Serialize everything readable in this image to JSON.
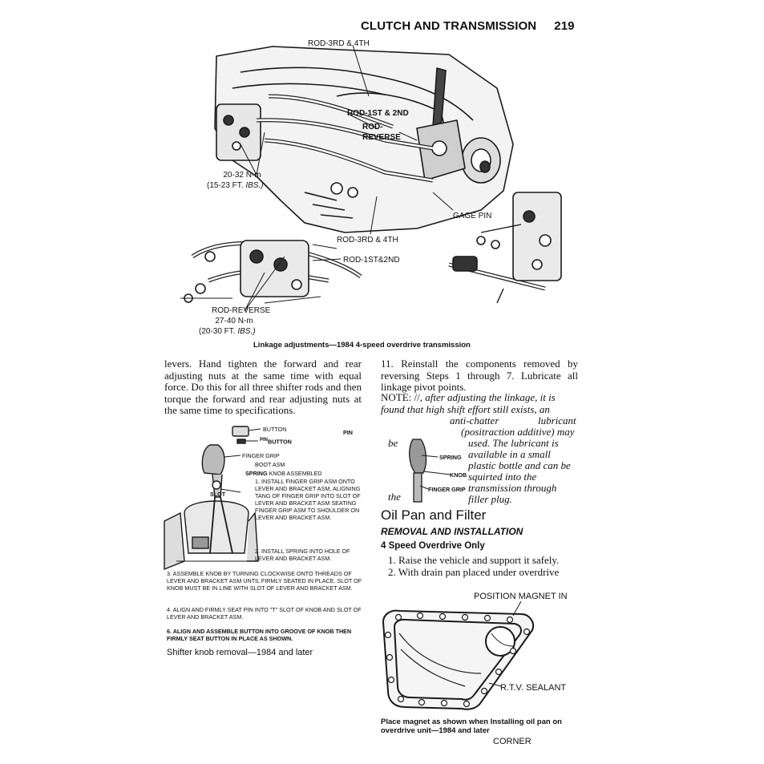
{
  "header": {
    "title": "CLUTCH AND TRANSMISSION",
    "page_number": "219"
  },
  "fig1": {
    "labels": {
      "rod_34_top": "ROD-3RD & 4TH",
      "rod_12": "ROD-1ST & 2ND",
      "rod_rev_1": "ROD-",
      "rod_rev_2": "REVERSE",
      "torque1_a": "20-32 N-m",
      "torque1_b": "(15-23 FT.",
      "torque1_c": "IBS.)",
      "gage_pin": "GAGE PIN",
      "rod_34_mid": "ROD-3RD & 4TH",
      "rod_12_mid": "ROD-1ST&2ND",
      "rod_rev_low": "ROD-REVERSE",
      "torque2_a": "27-40 N-m",
      "torque2_b": "(20-30 FT.",
      "torque2_c": "IBS.)"
    },
    "caption": "Linkage adjustments—1984 4-speed overdrive transmission"
  },
  "left_text": "levers. Hand tighten the forward and rear adjusting nuts at the same time with equal force. Do this for all three shifter rods and then torque the forward and rear adjusting nuts at the same time to specifications.",
  "fig2": {
    "labels": {
      "button": "BUTTON",
      "pin_a": "PIN",
      "pin_b": "BUTTON",
      "pin_right": "PIN",
      "finger_grip": "FINGER GRIP",
      "boot_asm": "BOOT ASM",
      "spring_a": "SPRING",
      "spring_b": "KNOB ASSEMBLED",
      "slot": "SLOT"
    },
    "steps": [
      "1.  INSTALL FINGER GRIP ASM ONTO LEVER AND BRACKET ASM, ALIGNING TANG OF FINGER GRIP INTO SLOT OF LEVER AND BRACKET ASM SEATING FINGER GRIP ASM TO SHOULDER ON LEVER AND BRACKET ASM.",
      "2.  INSTALL SPRING INTO HOLE OF LEVER AND BRACKET ASM.",
      "3.  ASSEMBLE KNOB BY TURNING CLOCKWISE ONTO THREADS OF LEVER AND BRACKET ASM UNTIL FIRMLY SEATED IN PLACE. SLOT OF KNOB MUST BE IN LINE WITH SLOT OF LEVER AND BRACKET ASM.",
      "4.  ALIGN AND FIRMLY SEAT PIN INTO \"T\" SLOT OF KNOB AND SLOT OF LEVER AND BRACKET ASM.",
      "6.  ALIGN AND ASSEMBLE BUTTON INTO GROOVE OF KNOB THEN FIRMLY SEAT BUTTON IN PLACE AS SHOWN."
    ],
    "caption": "Shifter knob removal—1984 and later"
  },
  "right_text": {
    "step11": "11. Reinstall the components removed by reversing Steps 1 through 7. Lubricate all linkage pivot points.",
    "note_label": "NOTE: //,",
    "note_lines": [
      "after adjusting the linkage, it is",
      "found that high shift effort still exists, an",
      "anti-chatter",
      "lubricant",
      "(positraction additive) may",
      "be",
      "used. The lubricant is",
      "available in a small",
      "plastic bottle and can be",
      "squirted into the",
      "the",
      "transmission through",
      "filler plug."
    ],
    "inset_labels": {
      "spring": "SPRING",
      "knob": "KNOB",
      "finger": "FINGER GRIP"
    }
  },
  "section": {
    "title": "Oil Pan and Filter",
    "subtitle": "REMOVAL AND INSTALLATION",
    "sub2": "4 Speed Overdrive Only",
    "steps": [
      "1.  Raise the vehicle and support it safely.",
      "2.  With drain pan placed under overdrive"
    ]
  },
  "fig3": {
    "labels": {
      "magnet": "POSITION MAGNET IN",
      "corner": "CORNER",
      "rtv": "R.T.V. SEALANT"
    },
    "caption_1": "Place magnet as shown when Installing oil pan on",
    "caption_2": "overdrive unit—1984 and later"
  }
}
